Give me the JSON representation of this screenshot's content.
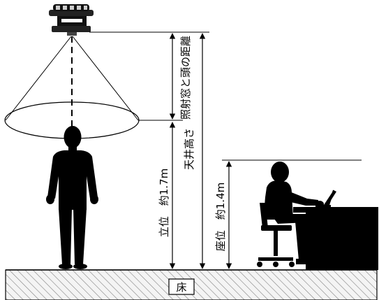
{
  "labels": {
    "ceiling_height": "天井高さ",
    "window_to_head": "照射窓と頭の距離",
    "standing_height": "立位　約1.7m",
    "seated_height": "座位　約1.4m",
    "floor": "床"
  },
  "colors": {
    "ink": "#000000",
    "hatch": "#8a8a8a",
    "floor_fill": "#f2f2f2",
    "background": "#ffffff"
  },
  "icons": {
    "sensor": "ceiling-sensor-icon",
    "standing_person": "standing-person-icon",
    "seated_person": "seated-person-icon",
    "desk": "desk-icon",
    "laptop": "laptop-icon"
  }
}
